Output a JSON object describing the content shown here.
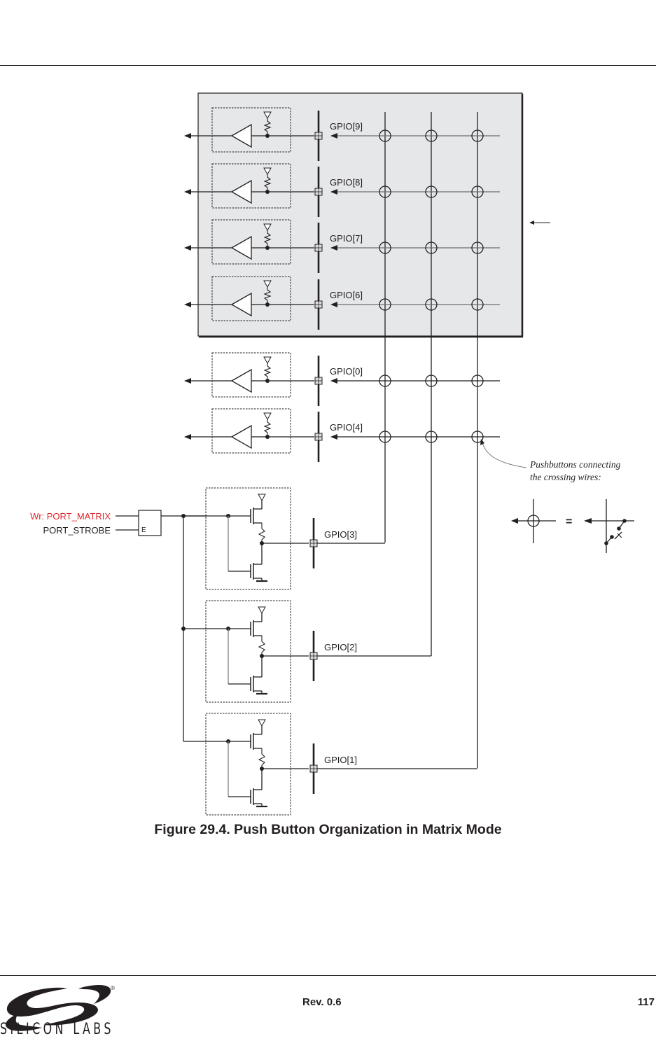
{
  "page": {
    "revision": "Rev. 0.6",
    "page_number": "117",
    "company_logo_text": "SILICON LABS",
    "logo_registered_mark": "®"
  },
  "figure": {
    "caption": "Figure 29.4. Push Button Organization in Matrix Mode",
    "input_rows": [
      {
        "label": "GPIO[9]",
        "shaded_region": true
      },
      {
        "label": "GPIO[8]",
        "shaded_region": true
      },
      {
        "label": "GPIO[7]",
        "shaded_region": true
      },
      {
        "label": "GPIO[6]",
        "shaded_region": true
      },
      {
        "label": "GPIO[0]",
        "shaded_region": false
      },
      {
        "label": "GPIO[4]",
        "shaded_region": false
      }
    ],
    "output_drivers": [
      {
        "label": "GPIO[3]",
        "column": 0
      },
      {
        "label": "GPIO[2]",
        "column": 1
      },
      {
        "label": "GPIO[1]",
        "column": 2
      }
    ],
    "matrix_columns": 3,
    "control": {
      "signal_write": "Wr: PORT_MATRIX",
      "signal_strobe": "PORT_STROBE",
      "latch_enable_label": "E"
    },
    "legend": {
      "note_line1": "Pushbuttons connecting",
      "note_line2": "the crossing wires:",
      "equals": "="
    },
    "colors": {
      "ink": "#231f20",
      "shaded_region": "#e6e7e8",
      "signal_highlight": "#e0262b",
      "pad": "#dcdcdc"
    }
  }
}
